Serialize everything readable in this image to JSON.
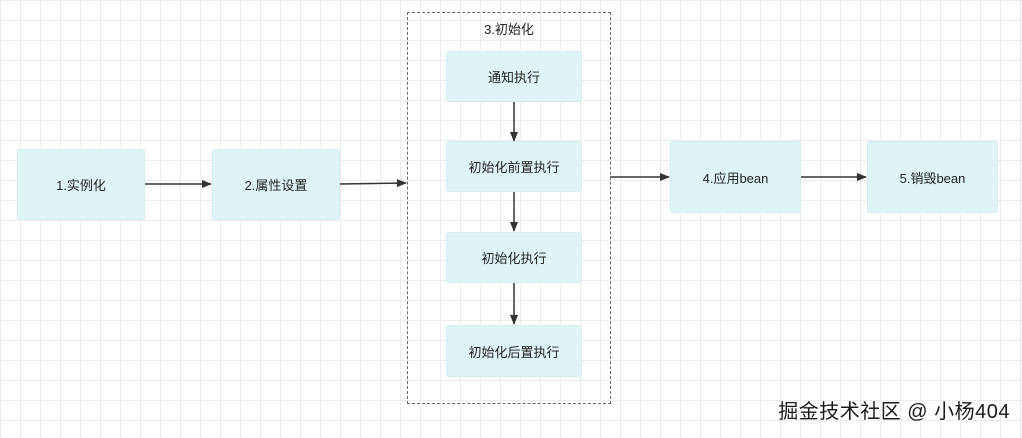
{
  "nodes": {
    "instantiate": "1.实例化",
    "set_properties": "2.属性设置",
    "init_group_title": "3.初始化",
    "aware_exec": "通知执行",
    "before_init_exec": "初始化前置执行",
    "init_exec": "初始化执行",
    "after_init_exec": "初始化后置执行",
    "use_bean": "4.应用bean",
    "destroy_bean": "5.销毁bean"
  },
  "watermark": "掘金技术社区 @ 小杨404",
  "colors": {
    "node_fill": "#dff4f6",
    "edge": "#333333",
    "group_border": "#6a6a6a",
    "grid": "#ececec"
  }
}
